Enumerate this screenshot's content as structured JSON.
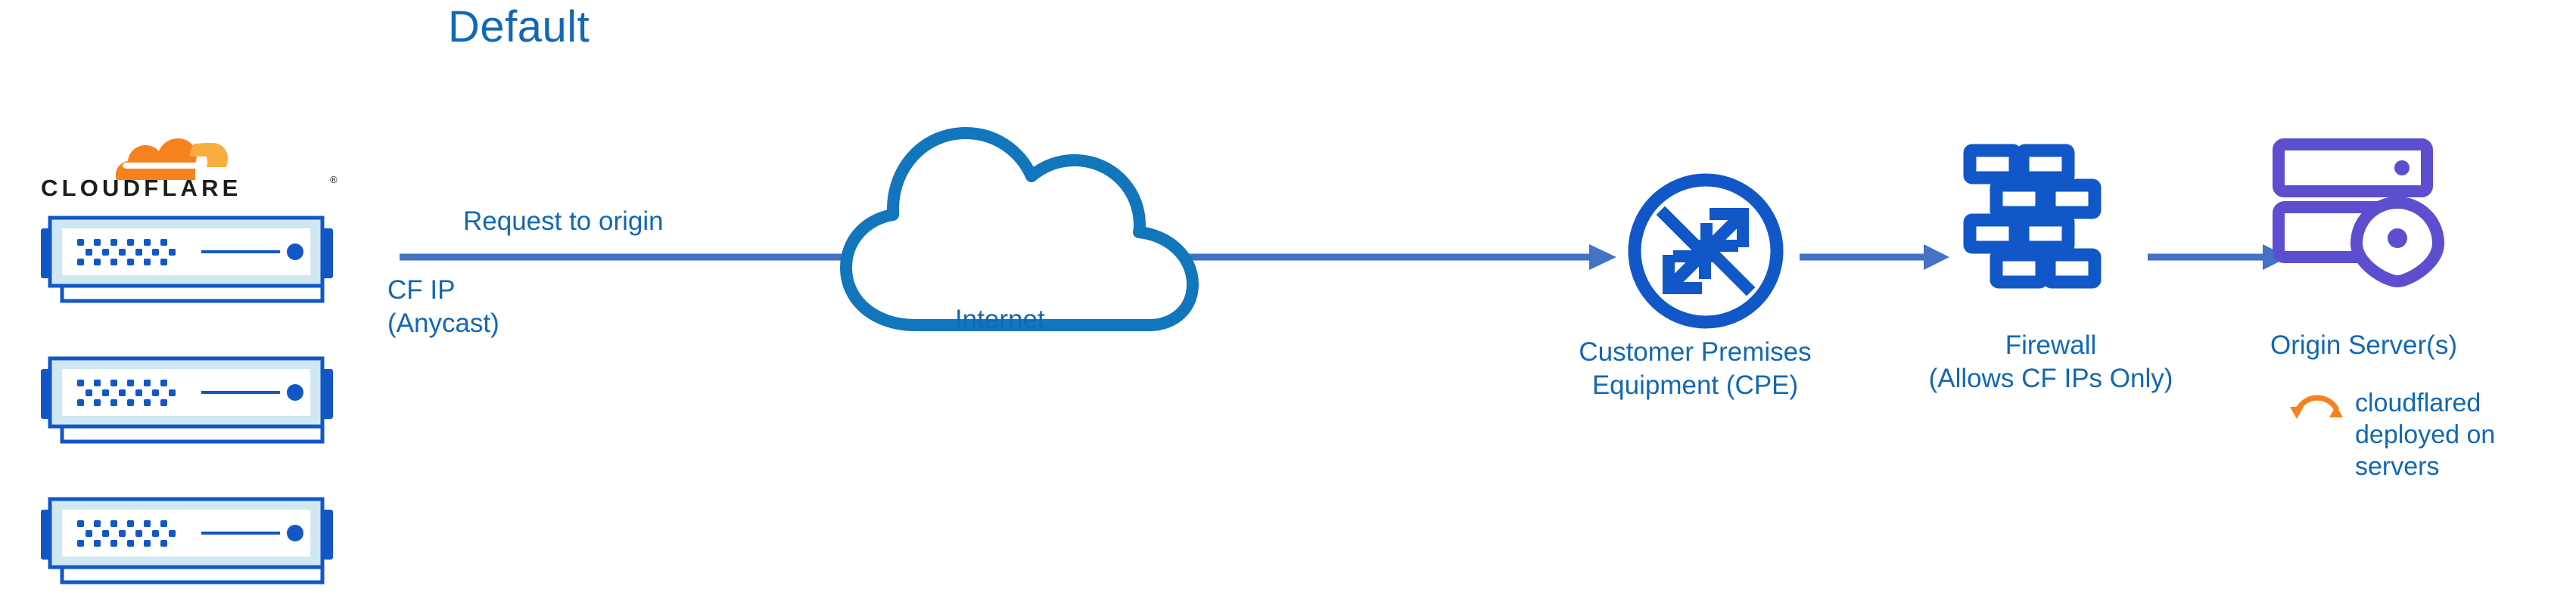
{
  "diagram": {
    "title": "Default",
    "type": "network-architecture-flow",
    "description": "Cloudflare default request path from the Cloudflare edge to customer origin servers"
  },
  "colors": {
    "title_blue": "#1268b3",
    "label_blue": "#1268b3",
    "arrow_blue": "#4472c4",
    "node_blue": "#1257c8",
    "cloud_blue": "#1176bc",
    "server_frame_blue": "#1257c8",
    "server_bezel_light": "#cfe8f2",
    "origin_purple": "#5b4fcf",
    "cloudflare_orange": "#f6821f",
    "cloudflare_orange_light": "#faad3f",
    "wordmark_black": "#1d1d1b"
  },
  "brand": {
    "logo_name": "cloudflare-logo",
    "wordmark": "CLOUDFLARE",
    "wordmark_mark": "®"
  },
  "nodes": [
    {
      "id": "cloudflare-edge",
      "icon": "server-stack-icon",
      "label": "",
      "count": 3
    },
    {
      "id": "internet",
      "icon": "cloud-icon",
      "label": "Internet"
    },
    {
      "id": "cpe",
      "icon": "router-icon",
      "label": "Customer Premises\nEquipment (CPE)"
    },
    {
      "id": "firewall",
      "icon": "brick-wall-icon",
      "label": "Firewall\n(Allows CF IPs Only)"
    },
    {
      "id": "origin-server",
      "icon": "server-rack-pin-icon",
      "label": "Origin Server(s)"
    }
  ],
  "labels": {
    "request_to_origin": "Request to origin",
    "cf_ip": "CF IP\n(Anycast)",
    "internet": "Internet",
    "cpe": "Customer Premises\nEquipment (CPE)",
    "firewall": "Firewall\n(Allows CF IPs Only)",
    "origin_server": "Origin Server(s)",
    "cloudflared": "cloudflared\ndeployed on\nservers"
  },
  "icons": {
    "cloud": "cloud-icon",
    "router": "router-icon",
    "firewall": "brick-wall-icon",
    "origin": "server-rack-pin-icon",
    "sync": "sync-arrows-icon",
    "server": "server-unit-icon",
    "logo": "cloudflare-cloud-icon"
  },
  "connections": [
    {
      "id": "edge-to-cpe",
      "from": "cloudflare-edge",
      "to": "cpe",
      "label": "Request to origin"
    },
    {
      "id": "cpe-to-firewall",
      "from": "cpe",
      "to": "firewall",
      "label": ""
    },
    {
      "id": "firewall-to-origin",
      "from": "firewall",
      "to": "origin-server",
      "label": ""
    }
  ]
}
